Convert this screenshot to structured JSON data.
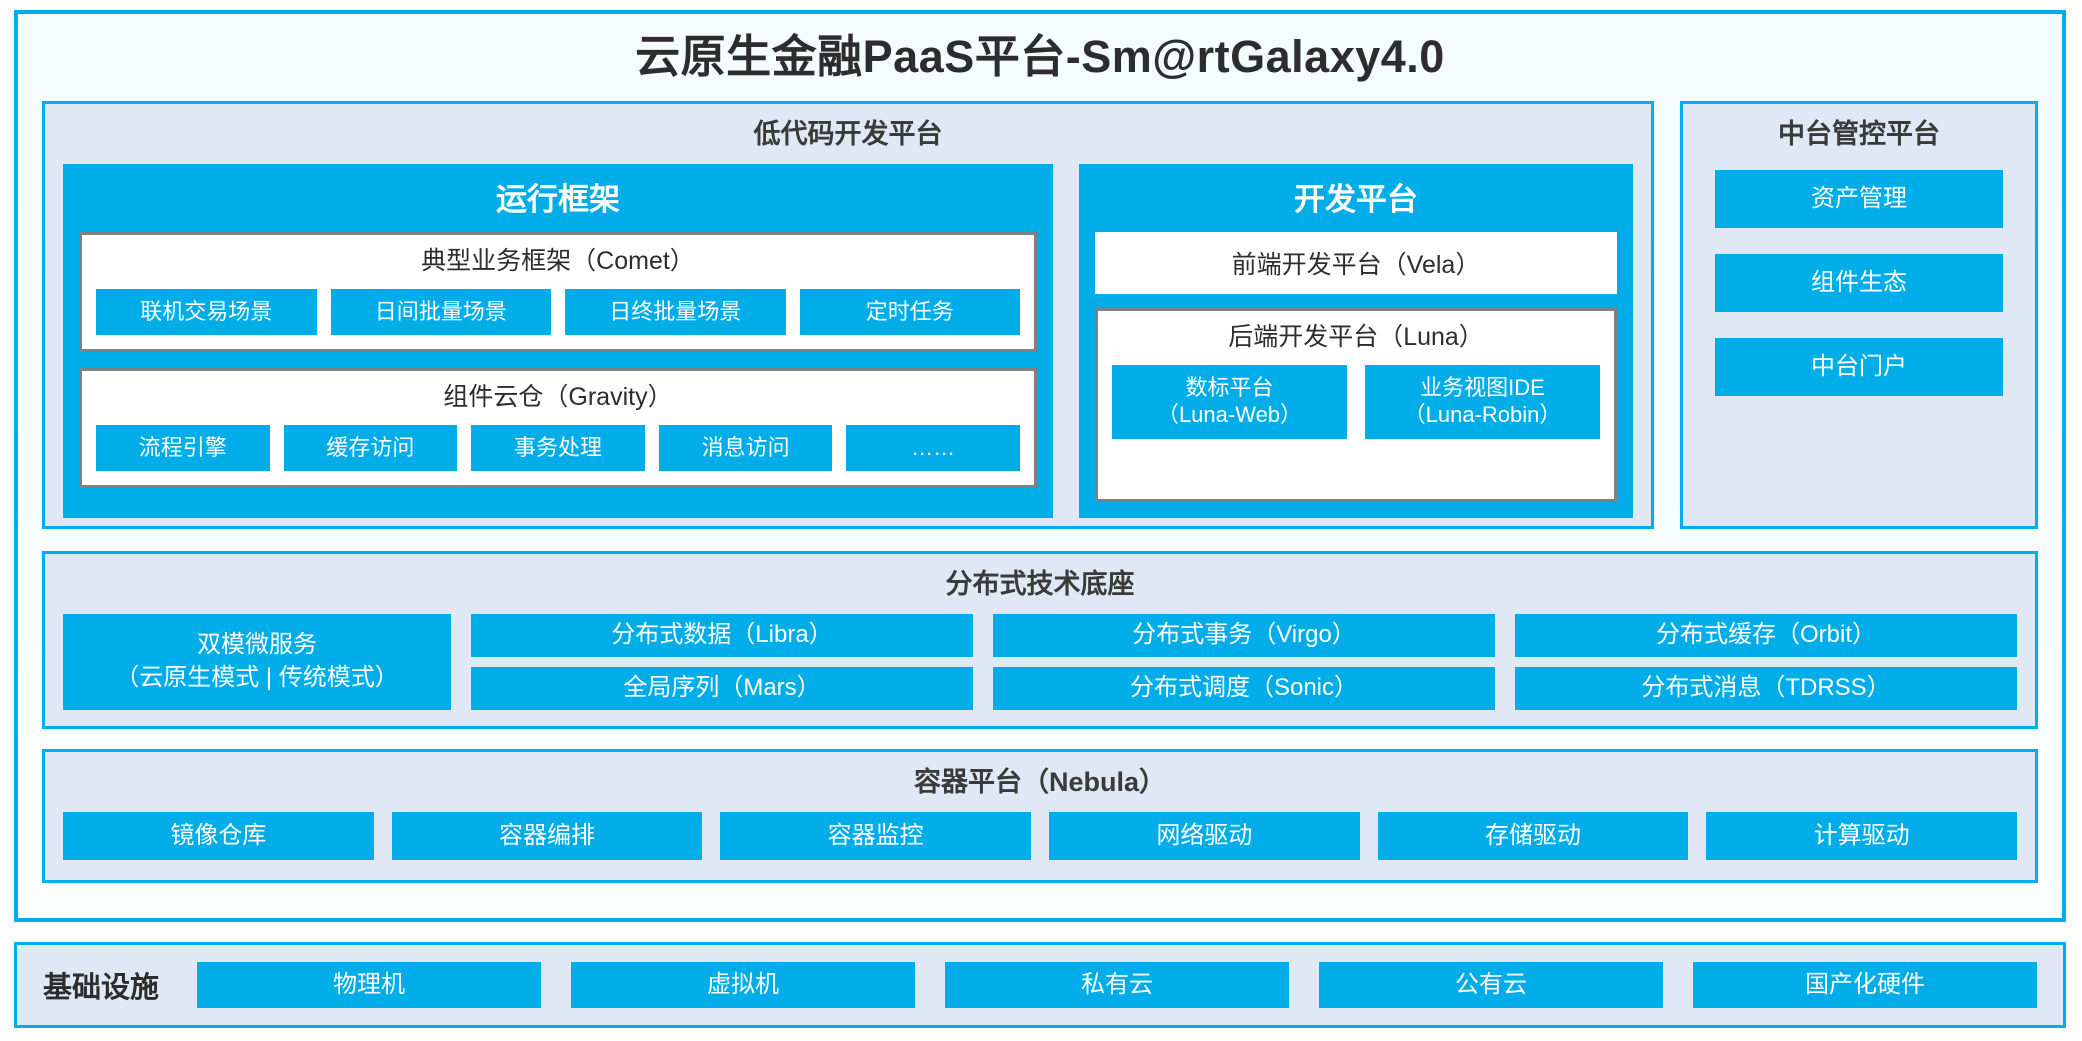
{
  "title": "云原生金融PaaS平台-Sm@rtGalaxy4.0",
  "colors": {
    "accent_blue": "#00ade8",
    "border_blue": "#00aeef",
    "panel_bg": "#dfe8f4",
    "group_border_gray": "#7a8288",
    "text_dark": "#2d2d2d",
    "page_bg": "#f6fdff"
  },
  "lowcode": {
    "title": "低代码开发平台",
    "runtime": {
      "title": "运行框架",
      "comet": {
        "title": "典型业务框架（Comet）",
        "items": [
          "联机交易场景",
          "日间批量场景",
          "日终批量场景",
          "定时任务"
        ]
      },
      "gravity": {
        "title": "组件云仓（Gravity）",
        "items": [
          "流程引擎",
          "缓存访问",
          "事务处理",
          "消息访问",
          "……"
        ]
      }
    },
    "devplatform": {
      "title": "开发平台",
      "vela": "前端开发平台（Vela）",
      "luna": {
        "title": "后端开发平台（Luna）",
        "items": [
          {
            "name": "数标平台",
            "code": "（Luna-Web）"
          },
          {
            "name": "业务视图IDE",
            "code": "（Luna-Robin）"
          }
        ]
      }
    }
  },
  "mgmt": {
    "title": "中台管控平台",
    "items": [
      "资产管理",
      "组件生态",
      "中台门户"
    ]
  },
  "base": {
    "title": "分布式技术底座",
    "microservice": {
      "line1": "双模微服务",
      "line2": "（云原生模式 | 传统模式）"
    },
    "columns": [
      [
        "分布式数据（Libra）",
        "全局序列（Mars）"
      ],
      [
        "分布式事务（Virgo）",
        "分布式调度（Sonic）"
      ],
      [
        "分布式缓存（Orbit）",
        "分布式消息（TDRSS）"
      ]
    ]
  },
  "container": {
    "title": "容器平台（Nebula）",
    "items": [
      "镜像仓库",
      "容器编排",
      "容器监控",
      "网络驱动",
      "存储驱动",
      "计算驱动"
    ]
  },
  "infra": {
    "label": "基础设施",
    "items": [
      "物理机",
      "虚拟机",
      "私有云",
      "公有云",
      "国产化硬件"
    ]
  }
}
